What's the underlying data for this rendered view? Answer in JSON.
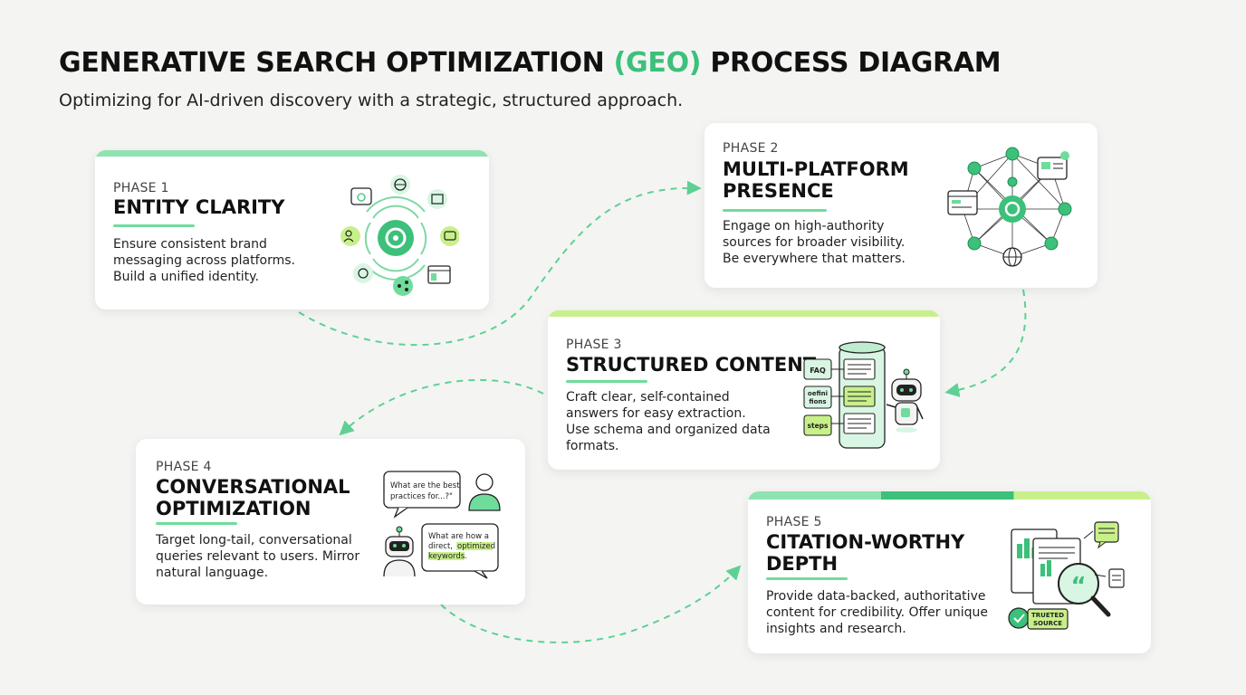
{
  "header": {
    "title_prefix": "GENERATIVE SEARCH OPTIMIZATION ",
    "title_accent": "(GEO)",
    "title_suffix": " PROCESS DIAGRAM",
    "subtitle": "Optimizing for AI-driven discovery with a strategic, structured approach."
  },
  "phases": [
    {
      "label": "PHASE 1",
      "title_lines": [
        "ENTITY CLARITY"
      ],
      "desc_lines": [
        "Ensure consistent brand",
        "messaging across platforms.",
        "Build a unified identity."
      ]
    },
    {
      "label": "PHASE 2",
      "title_lines": [
        "MULTI-PLATFORM",
        "PRESENCE"
      ],
      "desc_lines": [
        "Engage on high-authority",
        "sources for broader visibility.",
        "Be everywhere that matters."
      ]
    },
    {
      "label": "PHASE 3",
      "title_lines": [
        "STRUCTURED CONTENT"
      ],
      "desc_lines": [
        "Craft clear, self-contained",
        "answers for easy extraction.",
        "Use schema and organized data",
        "formats."
      ],
      "tags": [
        "FAQ",
        "oefini",
        "fions",
        "steps"
      ]
    },
    {
      "label": "PHASE 4",
      "title_lines": [
        "CONVERSATIONAL",
        "OPTIMIZATION"
      ],
      "desc_lines": [
        "Target long-tail, conversational",
        "queries relevant to users. Mirror",
        "natural language."
      ],
      "bubble_user": [
        "What are the best",
        "practices for...?\""
      ],
      "bubble_bot": [
        "What are how a",
        "direct,",
        "optimized",
        "keywords",
        "."
      ]
    },
    {
      "label": "PHASE 5",
      "title_lines": [
        "CITATION-WORTHY",
        "DEPTH"
      ],
      "desc_lines": [
        "Provide data-backed, authoritative",
        "content for credibility. Offer unique",
        "insights and research."
      ],
      "badge": [
        "TRUETED",
        "SOURCE"
      ]
    }
  ],
  "colors": {
    "accent": "#3cc07a",
    "light": "#6fdc9b",
    "pale": "#d9f5e3",
    "lime": "#c8f08a"
  }
}
